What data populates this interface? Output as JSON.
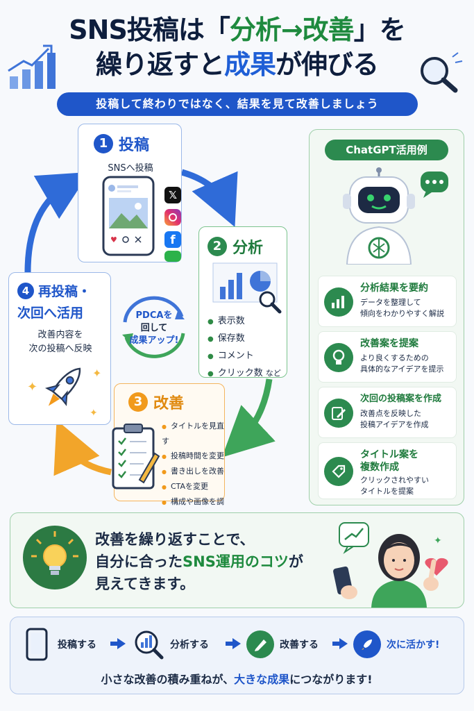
{
  "header": {
    "line1_pre": "SNS投稿は「",
    "line1_green": "分析→改善",
    "line1_post": "」を",
    "line2_pre": "繰り返すと",
    "line2_blue": "成果",
    "line2_post": "が伸びる",
    "subtitle": "投稿して終わりではなく、結果を見て改善しましょう"
  },
  "cycle": {
    "step1": {
      "num": "1",
      "title": "投稿",
      "desc": "SNSへ投稿"
    },
    "step2": {
      "num": "2",
      "title": "分析",
      "items": [
        "表示数",
        "保存数",
        "コメント",
        "クリック数"
      ],
      "suffix": "など"
    },
    "step3": {
      "num": "3",
      "title": "改善",
      "items": [
        "タイトルを見直す",
        "投稿時間を変更",
        "書き出しを改善",
        "CTAを変更",
        "構成や画像を調整"
      ]
    },
    "step4": {
      "num": "4",
      "title_line1": "再投稿・",
      "title_line2": "次回へ活用",
      "desc_line1": "改善内容を",
      "desc_line2": "次の投稿へ反映"
    },
    "center": {
      "line1": "PDCAを",
      "line2": "回して",
      "line3": "成果アップ!"
    }
  },
  "gpt": {
    "title": "ChatGPT活用例",
    "items": [
      {
        "icon": "bar-chart-icon",
        "title": "分析結果を要約",
        "desc1": "データを整理して",
        "desc2": "傾向をわかりやすく解説"
      },
      {
        "icon": "lightbulb-icon",
        "title": "改善案を提案",
        "desc1": "より良くするための",
        "desc2": "具体的なアイデアを提示"
      },
      {
        "icon": "edit-document-icon",
        "title": "次回の投稿案を作成",
        "desc1": "改善点を反映した",
        "desc2": "投稿アイデアを作成"
      },
      {
        "icon": "tag-icon",
        "title1": "タイトル案を",
        "title2": "複数作成",
        "desc1": "クリックされやすい",
        "desc2": "タイトルを提案"
      }
    ]
  },
  "tip": {
    "line1": "改善を繰り返すことで、",
    "line2_pre": "自分に合った",
    "line2_green": "SNS運用のコツ",
    "line2_post": "が",
    "line3": "見えてきます。"
  },
  "flow": {
    "steps": [
      "投稿する",
      "分析する",
      "改善する",
      "次に活かす!"
    ],
    "foot_pre": "小さな改善の積み重ねが、",
    "foot_blue": "大きな成果",
    "foot_post": "につながります!"
  },
  "colors": {
    "blue": "#1f56c9",
    "green": "#2c8a4f",
    "orange": "#f19a1c",
    "navy": "#0e1e3d"
  }
}
